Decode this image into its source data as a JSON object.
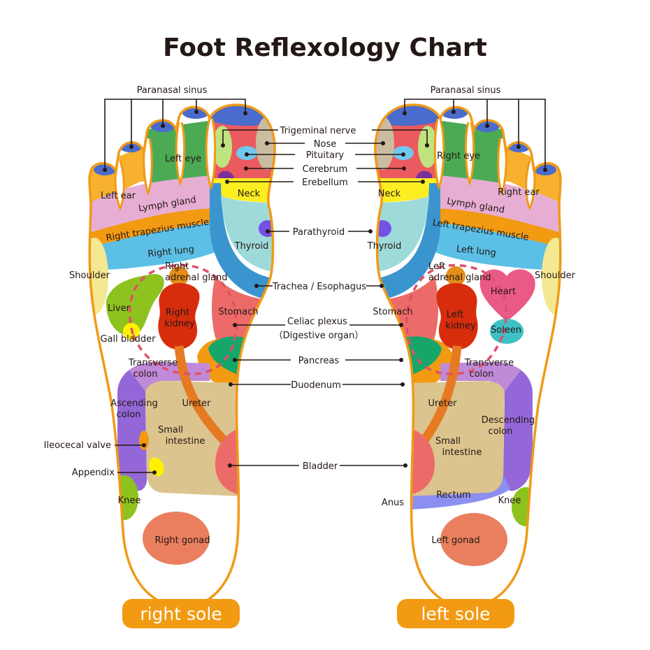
{
  "title": "Foot Reflexology Chart",
  "colors": {
    "outline": "#f09a17",
    "sinus": "#4a6ccc",
    "eye": "#4caa55",
    "ear": "#f7b12e",
    "lymph": "#e7aed4",
    "trapezius": "#f29a12",
    "lung": "#5cbfe5",
    "shoulder": "#f4e893",
    "big_toe": "#ea5a5f",
    "trigeminal": "#bfe37f",
    "nose": "#cbbca0",
    "pituitary": "#71c8ee",
    "erebellum": "#7b2f9e",
    "neck": "#fcee21",
    "trachea": "#3a95cf",
    "thyroid": "#9fdadb",
    "parathyroid": "#7452e6",
    "stomach": "#ec6b68",
    "pancreas": "#16a66a",
    "duodenum": "#f29a12",
    "liver": "#8dc21f",
    "gall_bladder": "#fff100",
    "kidney": "#d72d0d",
    "adrenal": "#e48e1b",
    "ureter": "#e57a22",
    "transverse_colon": "#c08ad8",
    "side_colon": "#9467d8",
    "small_intestine": "#dcc48e",
    "bladder": "#ec6b68",
    "ileocecal": "#f29a12",
    "appendix": "#fff100",
    "knee": "#8dc21f",
    "gonad": "#e97f5e",
    "heart": "#ea5a87",
    "spleen": "#3ec1c4",
    "rectum": "#8b8ff0",
    "anus": "#d2a06d",
    "celiac_dash": "#e0506a",
    "sole_badge": "#f29a12"
  },
  "right_sole": {
    "badge": "right sole",
    "labels": {
      "paranasal_sinus": "Paranasal sinus",
      "eye": "Left eye",
      "ear": "Left ear",
      "lymph": "Lymph gland",
      "trapezius": "Right trapezius muscle",
      "lung": "Right lung",
      "shoulder": "Shoulder",
      "neck": "Neck",
      "thyroid": "Thyroid",
      "adrenal_1": "Right",
      "adrenal_2": "adrenal gland",
      "liver": "Liver",
      "gall_bladder": "Gall bladder",
      "kidney_1": "Right",
      "kidney_2": "kidney",
      "stomach": "Stomach",
      "transverse_1": "Transverse",
      "transverse_2": "colon",
      "colon_1": "Ascending",
      "colon_2": "colon",
      "ureter": "Ureter",
      "intestine_1": "Small",
      "intestine_2": "intestine",
      "ileocecal": "Ileocecal valve",
      "appendix": "Appendix",
      "knee": "Knee",
      "gonad": "Right gonad"
    }
  },
  "left_sole": {
    "badge": "left sole",
    "labels": {
      "paranasal_sinus": "Paranasal sinus",
      "eye": "Right eye",
      "ear": "Right ear",
      "lymph": "Lymph gland",
      "trapezius": "Left trapezius muscle",
      "lung": "Left lung",
      "shoulder": "Shoulder",
      "neck": "Neck",
      "thyroid": "Thyroid",
      "adrenal_1": "Left",
      "adrenal_2": "adrenal gland",
      "heart": "Heart",
      "spleen": "Soleen",
      "kidney_1": "Left",
      "kidney_2": "kidney",
      "stomach": "Stomach",
      "transverse_1": "Transverse",
      "transverse_2": "colon",
      "colon_1": "Descending",
      "colon_2": "colon",
      "ureter": "Ureter",
      "intestine_1": "Small",
      "intestine_2": "intestine",
      "rectum": "Rectum",
      "anus": "Anus",
      "knee": "Knee",
      "gonad": "Left gonad"
    }
  },
  "center_labels": {
    "trigeminal": "Trigeminal nerve",
    "nose": "Nose",
    "pituitary": "Pituitary",
    "cerebrum": "Cerebrum",
    "erebellum": "Erebellum",
    "parathyroid": "Parathyroid",
    "trachea": "Trachea / Esophagus",
    "celiac_1": "Celiac plexus",
    "celiac_2": "（Digestive organ）",
    "pancreas": "Pancreas",
    "duodenum": "Duodenum",
    "bladder": "Bladder"
  }
}
